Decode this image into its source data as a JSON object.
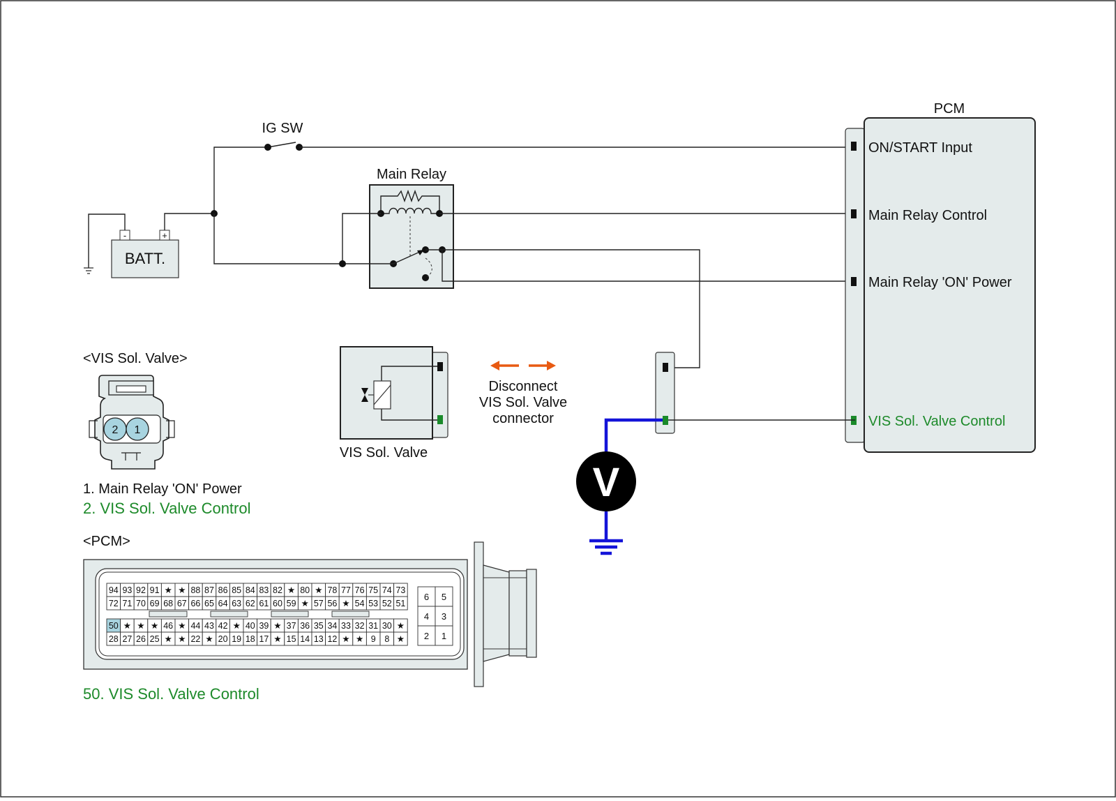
{
  "ig_sw_label": "IG SW",
  "main_relay_label": "Main Relay",
  "battery": {
    "label": "BATT.",
    "minus": "-",
    "plus": "+"
  },
  "pcm": {
    "title": "PCM",
    "inputs": [
      "ON/START Input",
      "Main Relay Control",
      "Main Relay 'ON' Power"
    ],
    "vis_control": "VIS Sol. Valve Control"
  },
  "vis_valve": {
    "header": "<VIS Sol. Valve>",
    "name": "VIS Sol. Valve",
    "pin1_num": "1",
    "pin2_num": "2",
    "pin1_desc": "1. Main Relay 'ON' Power",
    "pin2_desc": "2. VIS Sol. Valve Control"
  },
  "disconnect_note": [
    "Disconnect",
    "VIS Sol. Valve",
    "connector"
  ],
  "voltmeter_label": "V",
  "pcm_connector": {
    "header": "<PCM>",
    "rows": [
      [
        "94",
        "93",
        "92",
        "91",
        "*",
        "*",
        "88",
        "87",
        "86",
        "85",
        "84",
        "83",
        "82",
        "*",
        "80",
        "*",
        "78",
        "77",
        "76",
        "75",
        "74",
        "73"
      ],
      [
        "72",
        "71",
        "70",
        "69",
        "68",
        "67",
        "66",
        "65",
        "64",
        "63",
        "62",
        "61",
        "60",
        "59",
        "*",
        "57",
        "56",
        "*",
        "54",
        "53",
        "52",
        "51"
      ],
      [
        "50",
        "*",
        "*",
        "*",
        "46",
        "*",
        "44",
        "43",
        "42",
        "*",
        "40",
        "39",
        "*",
        "37",
        "36",
        "35",
        "34",
        "33",
        "32",
        "31",
        "30",
        "*"
      ],
      [
        "28",
        "27",
        "26",
        "25",
        "*",
        "*",
        "22",
        "*",
        "20",
        "19",
        "18",
        "17",
        "*",
        "15",
        "14",
        "13",
        "12",
        "*",
        "*",
        "9",
        "8",
        "*"
      ]
    ],
    "side_rows": [
      [
        "6",
        "5"
      ],
      [
        "4",
        "3"
      ],
      [
        "2",
        "1"
      ]
    ],
    "highlight_pin": "50",
    "pin_desc": "50. VIS Sol. Valve Control"
  },
  "colors": {
    "green_text": "#1d8a2a",
    "green_pin": "#1a8a2a",
    "blue_wire": "#1414d8",
    "box_fill": "#e4ebeb",
    "pin_highlight": "#a8d4e0"
  }
}
